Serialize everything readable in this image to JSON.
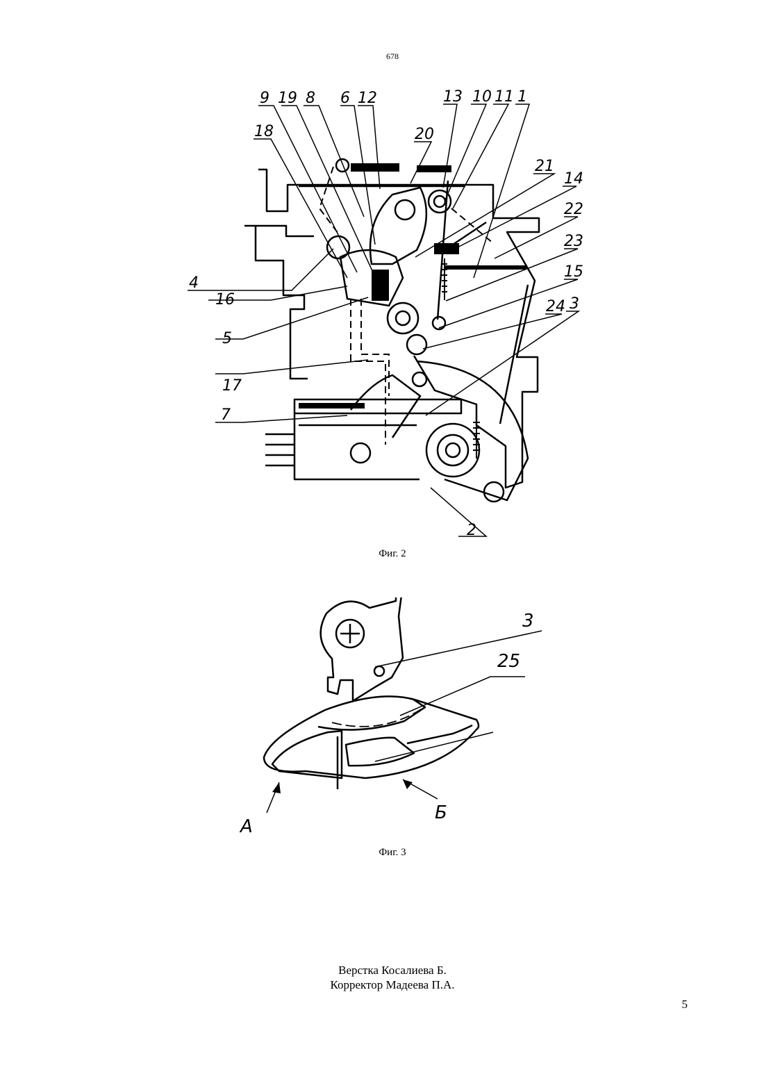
{
  "header": {
    "document_number": "678"
  },
  "figures": [
    {
      "caption": "Фиг. 2",
      "labels": [
        "9",
        "19",
        "8",
        "6",
        "12",
        "13",
        "10",
        "11",
        "1",
        "18",
        "20",
        "21",
        "14",
        "22",
        "23",
        "4",
        "16",
        "15",
        "5",
        "24",
        "3",
        "17",
        "7",
        "2"
      ]
    },
    {
      "caption": "Фиг. 3",
      "labels": [
        "3",
        "25",
        "А",
        "Б"
      ]
    }
  ],
  "footer": {
    "layout_by": "Верстка Косалиева Б.",
    "corrector": "Корректор Мадеева П.А.",
    "page_number": "5"
  }
}
